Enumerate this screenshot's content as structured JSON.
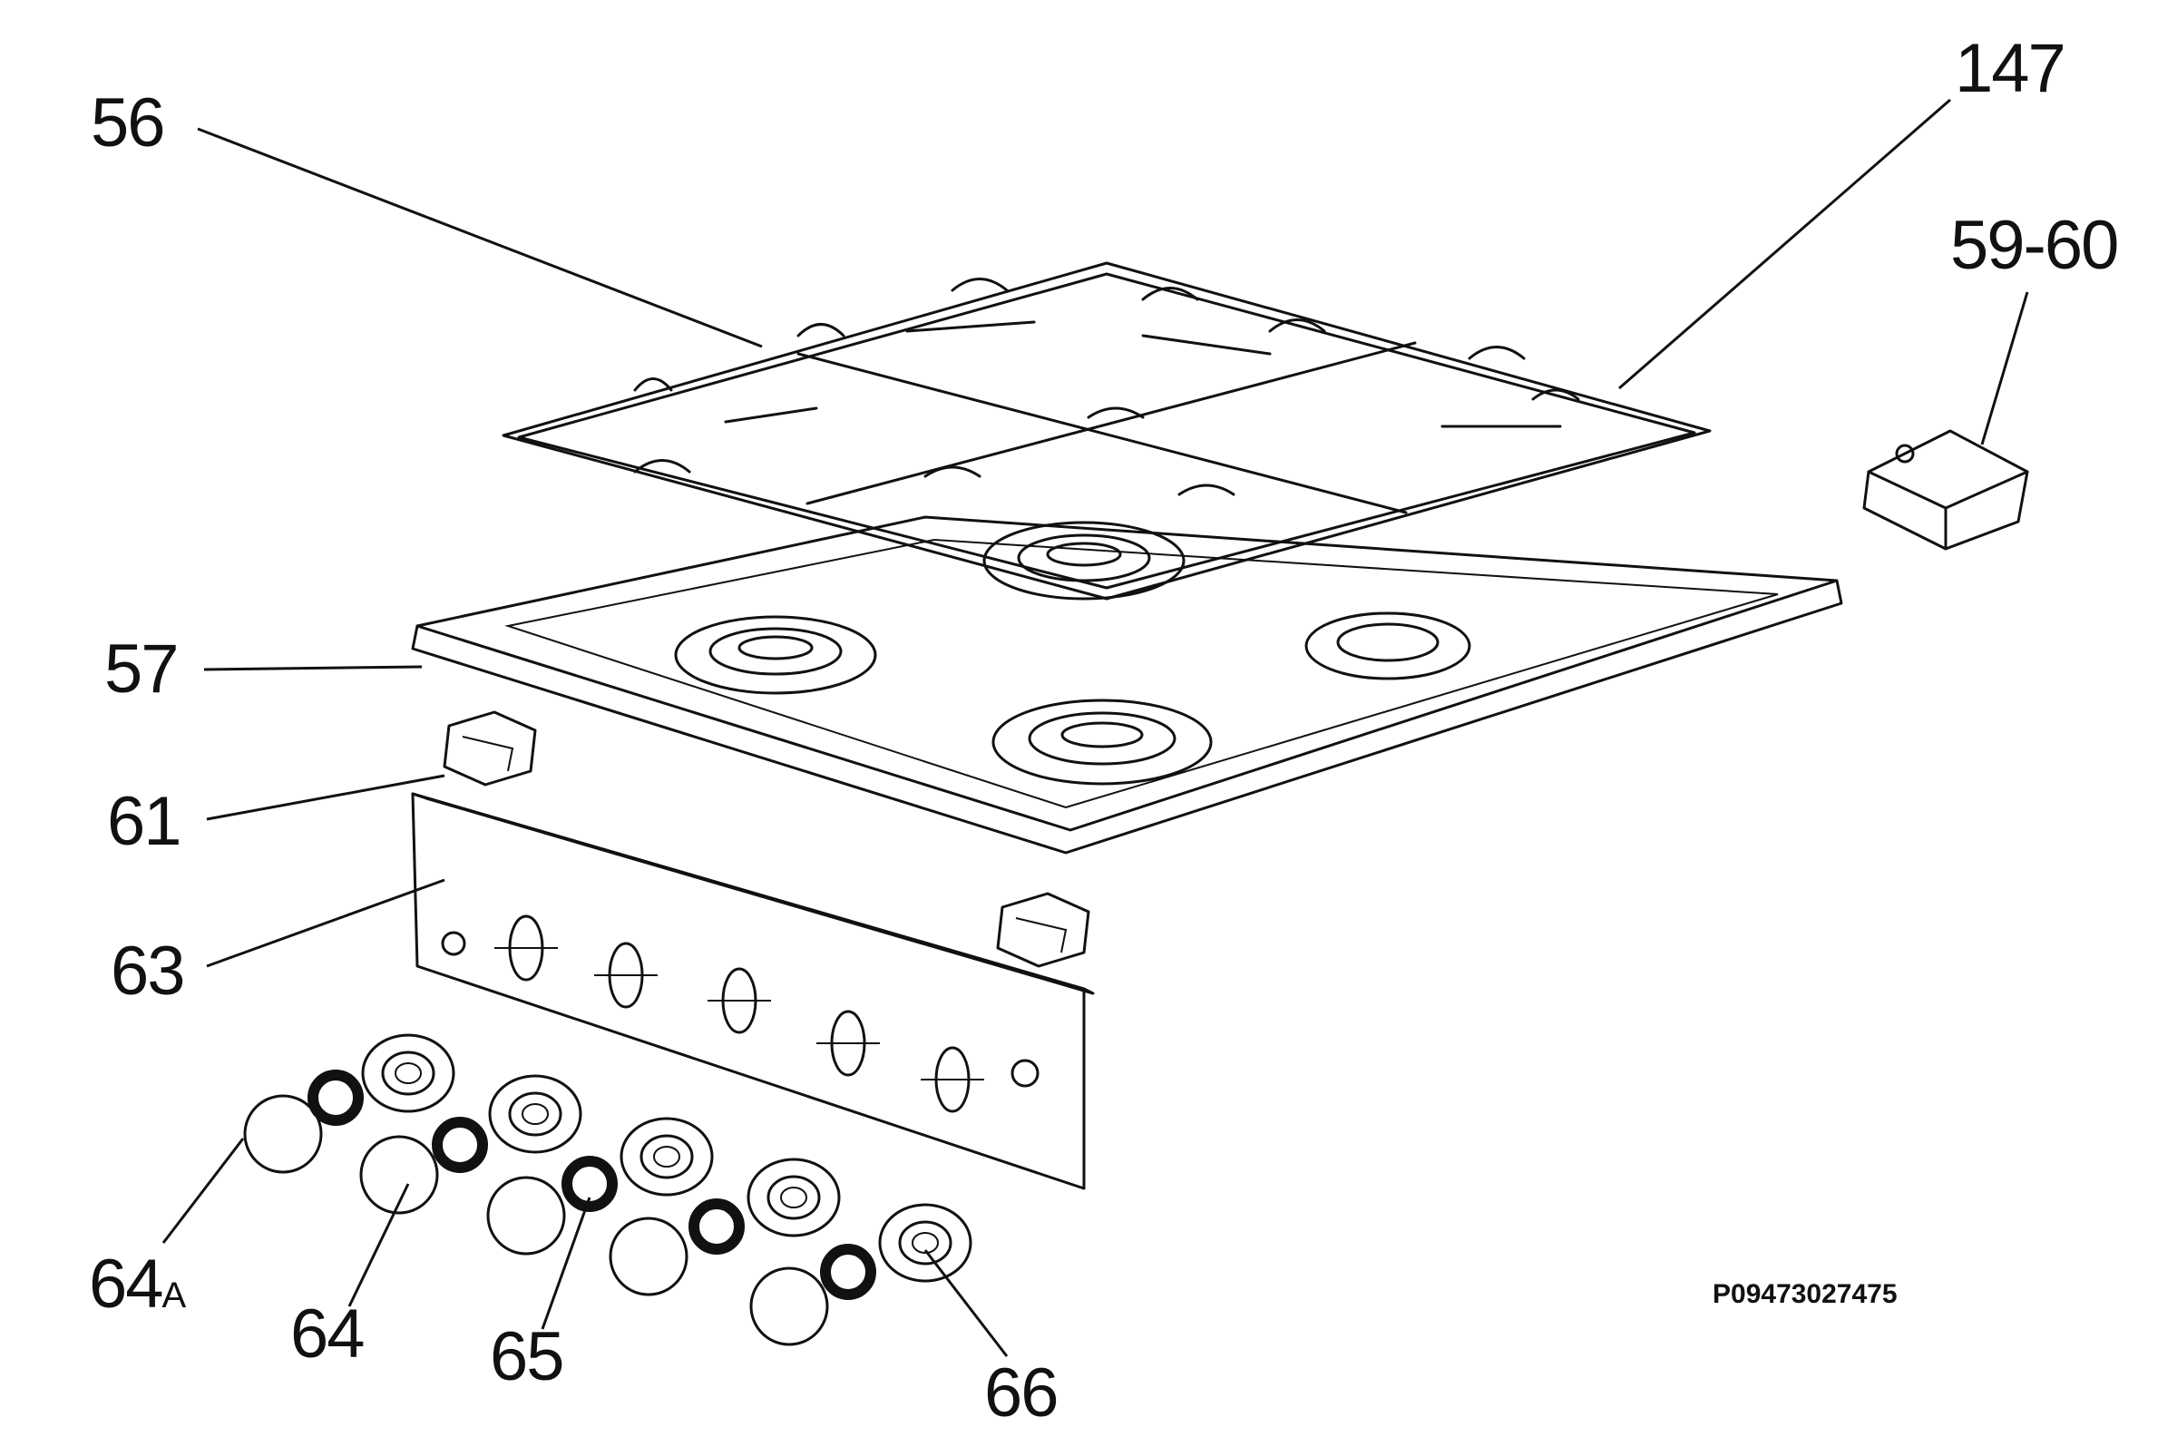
{
  "diagram": {
    "callouts": {
      "c56": "56",
      "c147": "147",
      "c5960": "59-60",
      "c57": "57",
      "c61": "61",
      "c63": "63",
      "c64a_num": "64",
      "c64a_suffix": "A",
      "c64": "64",
      "c65": "65",
      "c66": "66"
    },
    "reference_code": "P09473027475"
  }
}
